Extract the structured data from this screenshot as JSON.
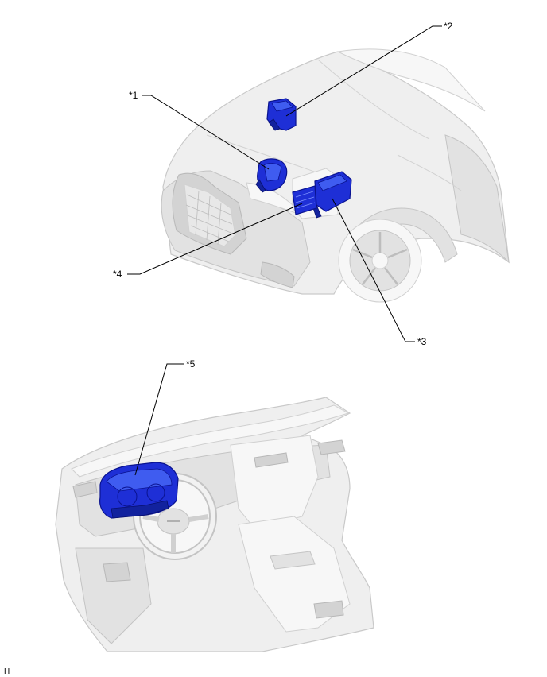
{
  "callouts": [
    {
      "id": "1",
      "label": "*1"
    },
    {
      "id": "2",
      "label": "*2"
    },
    {
      "id": "3",
      "label": "*3"
    },
    {
      "id": "4",
      "label": "*4"
    },
    {
      "id": "5",
      "label": "*5"
    }
  ],
  "figure_code": "H",
  "colors": {
    "component": "#1e2fd6",
    "vehicle": "#efefef",
    "leader_line": "#000000"
  }
}
